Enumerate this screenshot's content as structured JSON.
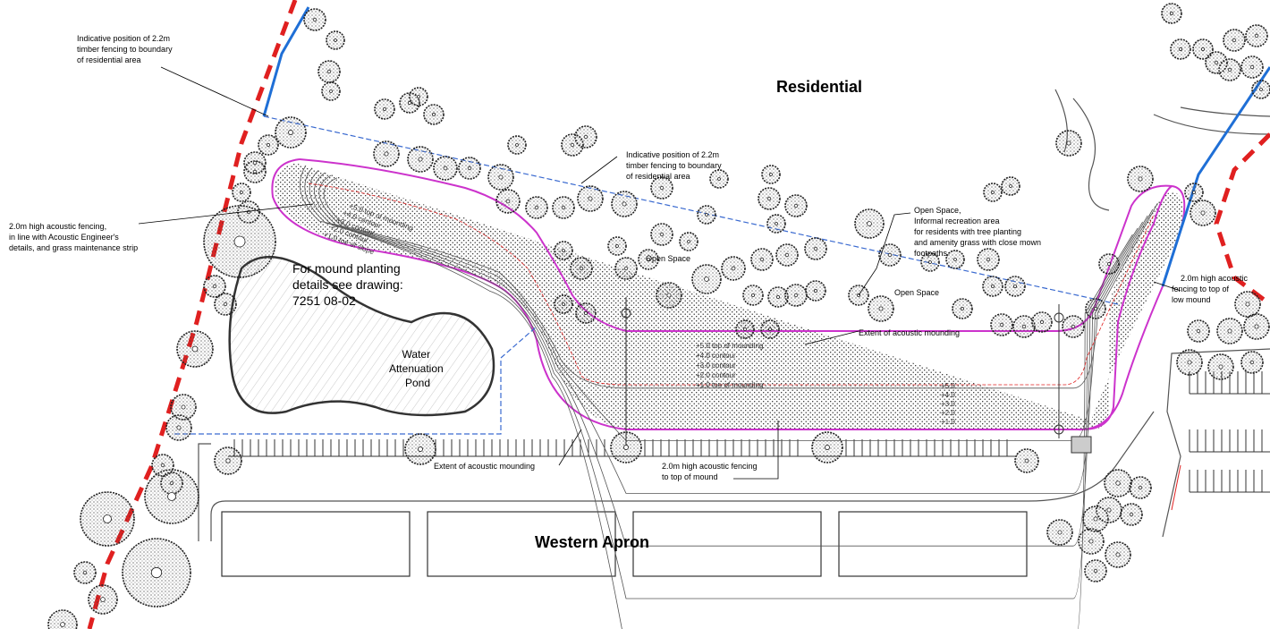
{
  "areas": {
    "residential": "Residential",
    "western_apron": "Western Apron",
    "open_space_1": "Open Space",
    "open_space_2": "Open Space"
  },
  "notes": {
    "fence_nw": [
      "Indicative position of 2.2m",
      "timber fencing to boundary",
      "of residential area"
    ],
    "fence_mid": [
      "Indicative position of 2.2m",
      "timber fencing to boundary",
      "of residential area"
    ],
    "acoustic_fence_w": [
      "2.0m high acoustic fencing,",
      "in line with Acoustic Engineer's",
      "details, and grass maintenance strip"
    ],
    "mound_planting": [
      "For mound planting",
      "details see drawing:",
      "7251 08-02"
    ],
    "pond": [
      "Water",
      "Attenuation",
      "Pond"
    ],
    "open_space_desc": [
      "Open Space,",
      "Informal recreation area",
      "for residents with tree planting",
      "and amenity grass with close mown",
      "footpaths"
    ],
    "extent_mound_1": "Extent of acoustic mounding",
    "extent_mound_2": "Extent of acoustic mounding",
    "acoustic_fence_s": [
      "2.0m high acoustic fencing",
      "to top of mound"
    ],
    "acoustic_fence_e": [
      "2.0m high acoustic",
      "fencing to top of",
      "low mound"
    ]
  },
  "contour_labels": {
    "west": [
      "+5.0 top of mounding",
      "+4.0 contour",
      "+3.0 contour",
      "+2.0 contour",
      "+1.0 toe of slope"
    ],
    "centre": [
      "+5.0 top of mounding",
      "+4.0 contour",
      "+3.0 contour",
      "+2.0 contour",
      "+1.0 toe of mounding"
    ],
    "east": [
      "+5.0",
      "+4.0",
      "+3.0",
      "+2.0",
      "+1.0"
    ]
  },
  "colors": {
    "mound_outline": "#cc33cc",
    "boundary_red": "#e02020",
    "fence_blue": "#1f6fd6",
    "fence_dash": "#3a6ad0"
  }
}
